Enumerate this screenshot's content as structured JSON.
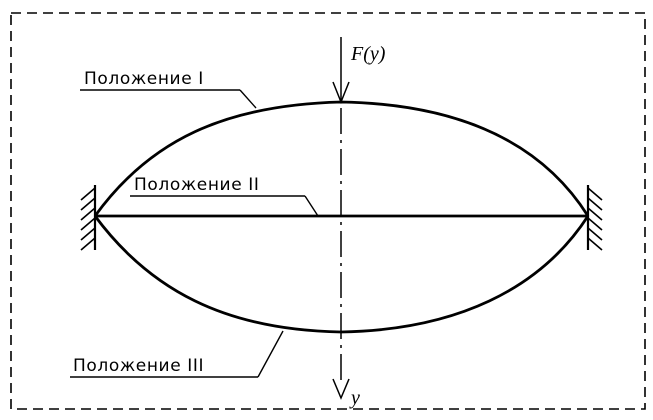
{
  "diagram": {
    "labels": {
      "position_1": "Положение I",
      "position_2": "Положение II",
      "position_3": "Положение III",
      "force": "F(y)",
      "axis": "y"
    },
    "colors": {
      "stroke": "#000000",
      "background": "#ffffff"
    },
    "icons": {
      "left_support": "fixed-support-icon",
      "right_support": "fixed-support-icon",
      "force_arrow": "down-arrow-icon"
    }
  }
}
